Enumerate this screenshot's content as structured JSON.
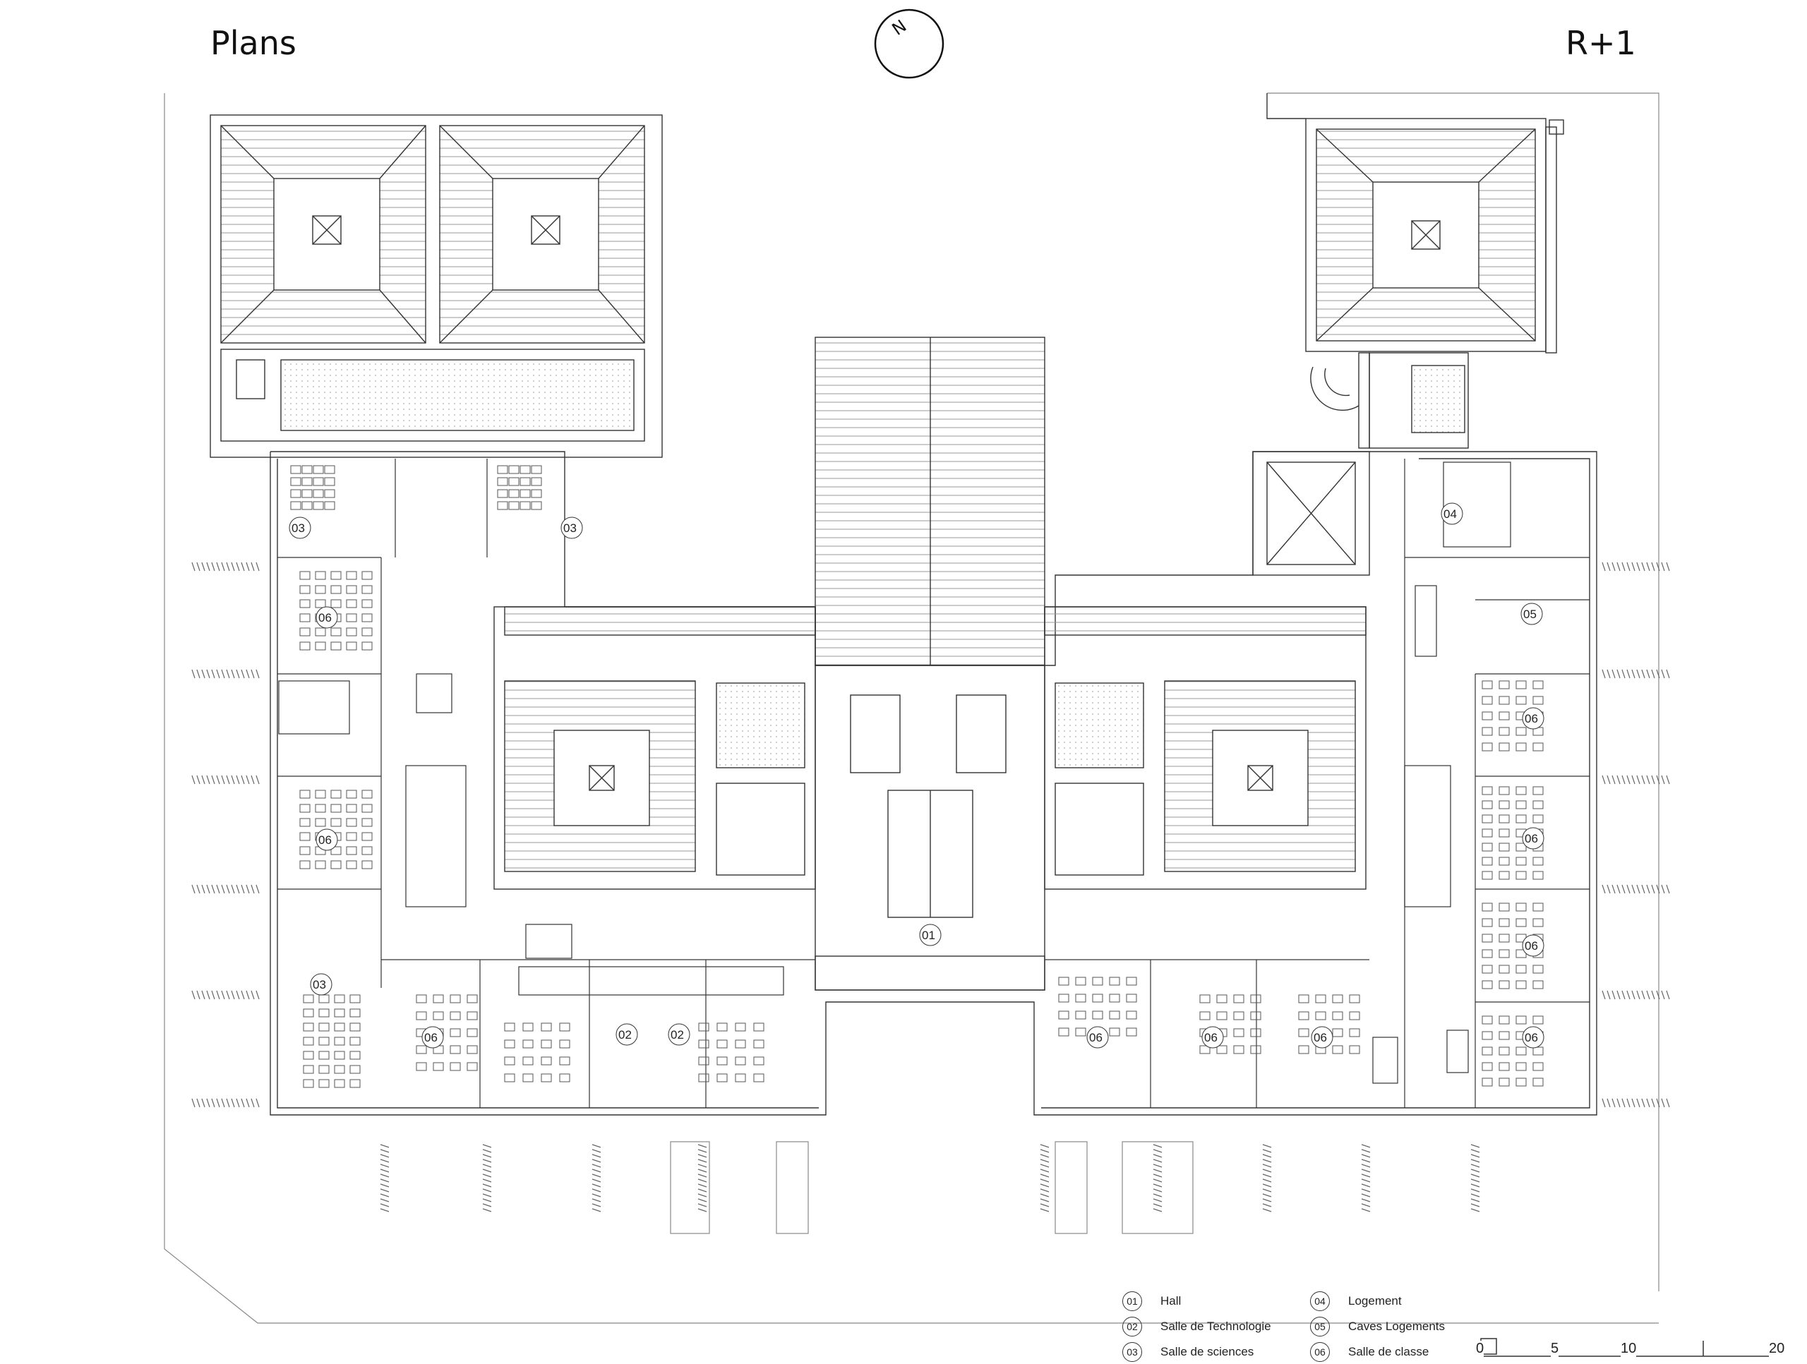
{
  "titles": {
    "left": "Plans",
    "right": "R+1"
  },
  "north_arrow": {
    "letter": "N"
  },
  "room_tags": {
    "hall": "01",
    "technologie": "02",
    "sciences": "03",
    "logement": "04",
    "caves": "05",
    "classe": "06"
  },
  "legend": [
    {
      "num": "01",
      "label": "Hall"
    },
    {
      "num": "02",
      "label": "Salle de Technologie"
    },
    {
      "num": "03",
      "label": "Salle de sciences"
    },
    {
      "num": "04",
      "label": "Logement"
    },
    {
      "num": "05",
      "label": "Caves Logements"
    },
    {
      "num": "06",
      "label": "Salle de classe"
    }
  ],
  "scale_bar": {
    "labels": [
      "0",
      "5",
      "10",
      "20"
    ]
  },
  "colors": {
    "line": "#333333",
    "light_line": "#9a9a9a",
    "background": "#ffffff"
  }
}
